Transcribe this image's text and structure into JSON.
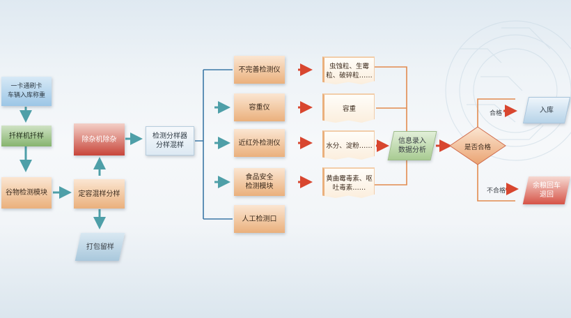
{
  "nodes": {
    "card": "一卡通刷卡\n车辆入库称重",
    "sampler_probe": "扦样机扦样",
    "grain_detect": "谷物检测模块",
    "impurity_remove": "除杂机除杂",
    "fixed_mix": "定容混样分样",
    "pack_sample": "打包留样",
    "divider": "检测分样器\n分样混样",
    "imperfect": "不完善检测仪",
    "bulk_density": "容重仪",
    "nir": "近红外检测仪",
    "food_safety": "食品安全\n检测模块",
    "manual": "人工检测口",
    "out_imperfect": "虫蚀粒、生霉\n粒、破碎粒……",
    "out_bulk": "容重",
    "out_nir": "水分、淀粉……",
    "out_food": "黄曲霉毒素、呕\n吐毒素……",
    "info_entry": "信息录入\n数据分析",
    "decision": "是否合格",
    "store": "入库",
    "return_car": "余粮回车\n退回"
  },
  "labels": {
    "pass": "合格",
    "fail": "不合格"
  },
  "colors": {
    "teal_arrow": "#4e9fa8",
    "red_arrow": "#d8462f",
    "connector_blue": "#3a77a6",
    "connector_orange": "#e28a4e"
  }
}
